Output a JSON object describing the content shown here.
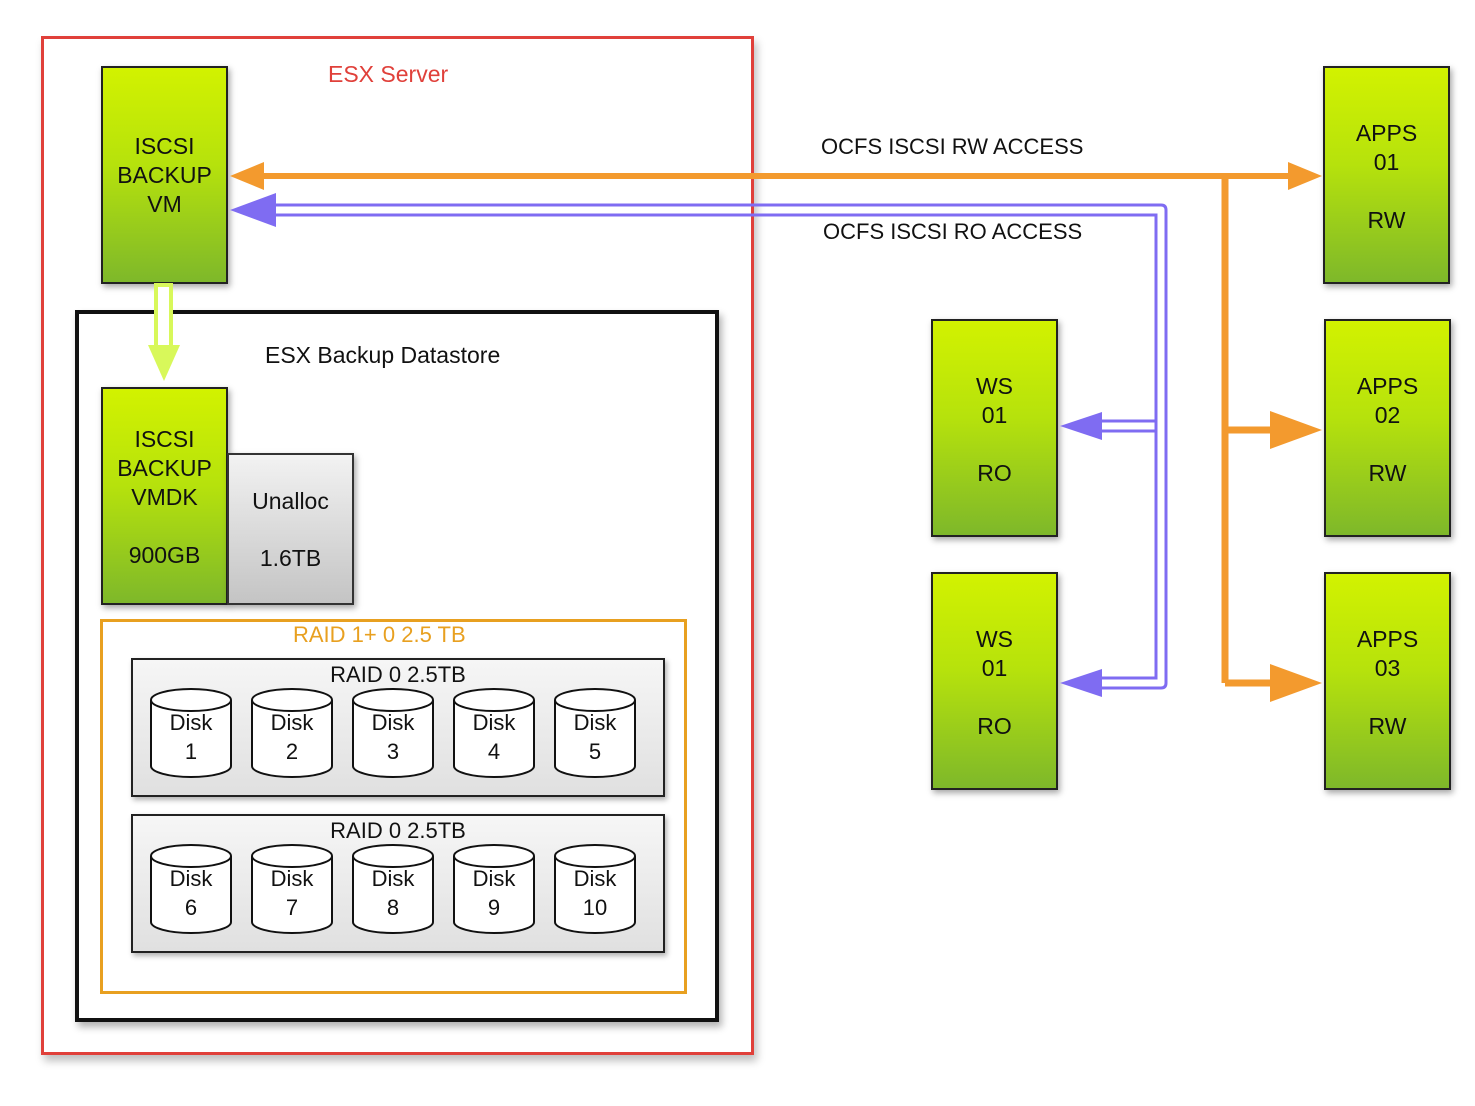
{
  "esx_server": {
    "label": "ESX Server"
  },
  "iscsi_vm": {
    "line1": "ISCSI",
    "line2": "BACKUP",
    "line3": "VM"
  },
  "datastore": {
    "label": "ESX Backup Datastore"
  },
  "vmdk": {
    "line1": "ISCSI",
    "line2": "BACKUP",
    "line3": "VMDK",
    "size": "900GB"
  },
  "unalloc": {
    "label": "Unalloc",
    "size": "1.6TB"
  },
  "raid10": {
    "label": "RAID 1+ 0   2.5 TB"
  },
  "raid0_groups": [
    {
      "label": "RAID 0   2.5TB",
      "disks": [
        {
          "word": "Disk",
          "num": "1"
        },
        {
          "word": "Disk",
          "num": "2"
        },
        {
          "word": "Disk",
          "num": "3"
        },
        {
          "word": "Disk",
          "num": "4"
        },
        {
          "word": "Disk",
          "num": "5"
        }
      ]
    },
    {
      "label": "RAID 0   2.5TB",
      "disks": [
        {
          "word": "Disk",
          "num": "6"
        },
        {
          "word": "Disk",
          "num": "7"
        },
        {
          "word": "Disk",
          "num": "8"
        },
        {
          "word": "Disk",
          "num": "9"
        },
        {
          "word": "Disk",
          "num": "10"
        }
      ]
    }
  ],
  "links": {
    "rw_label": "OCFS ISCSI RW ACCESS",
    "ro_label": "OCFS ISCSI RO ACCESS"
  },
  "ws_nodes": [
    {
      "name": "WS",
      "num": "01",
      "mode": "RO"
    },
    {
      "name": "WS",
      "num": "01",
      "mode": "RO"
    }
  ],
  "apps_nodes": [
    {
      "name": "APPS",
      "num": "01",
      "mode": "RW"
    },
    {
      "name": "APPS",
      "num": "02",
      "mode": "RW"
    },
    {
      "name": "APPS",
      "num": "03",
      "mode": "RW"
    }
  ],
  "colors": {
    "server_border": "#e0403a",
    "raid10_border": "#e8a020",
    "rw_arrow": "#f39a2e",
    "ro_arrow": "#7f6cf2",
    "vm_to_vmdk": "#d8f85a"
  }
}
